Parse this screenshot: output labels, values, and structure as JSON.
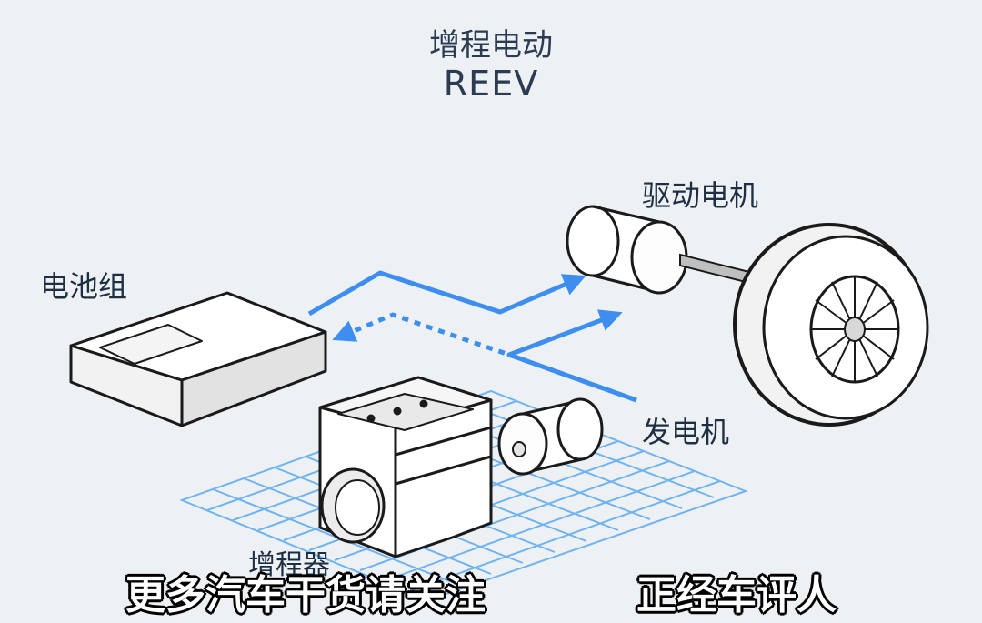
{
  "title": {
    "cn": "增程电动",
    "en": "REEV"
  },
  "labels": {
    "battery": "电池组",
    "drive_motor": "驱动电机",
    "generator": "发电机",
    "range_extender": "增程器"
  },
  "captions": {
    "left": "更多汽车干货请关注",
    "right": "正经车评人"
  },
  "colors": {
    "background": "#eef1f4",
    "flow": "#3d8ef0",
    "grid": "#5aaaf0",
    "outline": "#1a1a1a",
    "component_fill": "#ffffff"
  },
  "icons": {
    "battery": "battery-pack-icon",
    "drive_motor": "motor-cylinder-icon",
    "generator": "generator-cylinder-icon",
    "range_extender": "engine-block-icon",
    "wheel": "wheel-icon"
  }
}
